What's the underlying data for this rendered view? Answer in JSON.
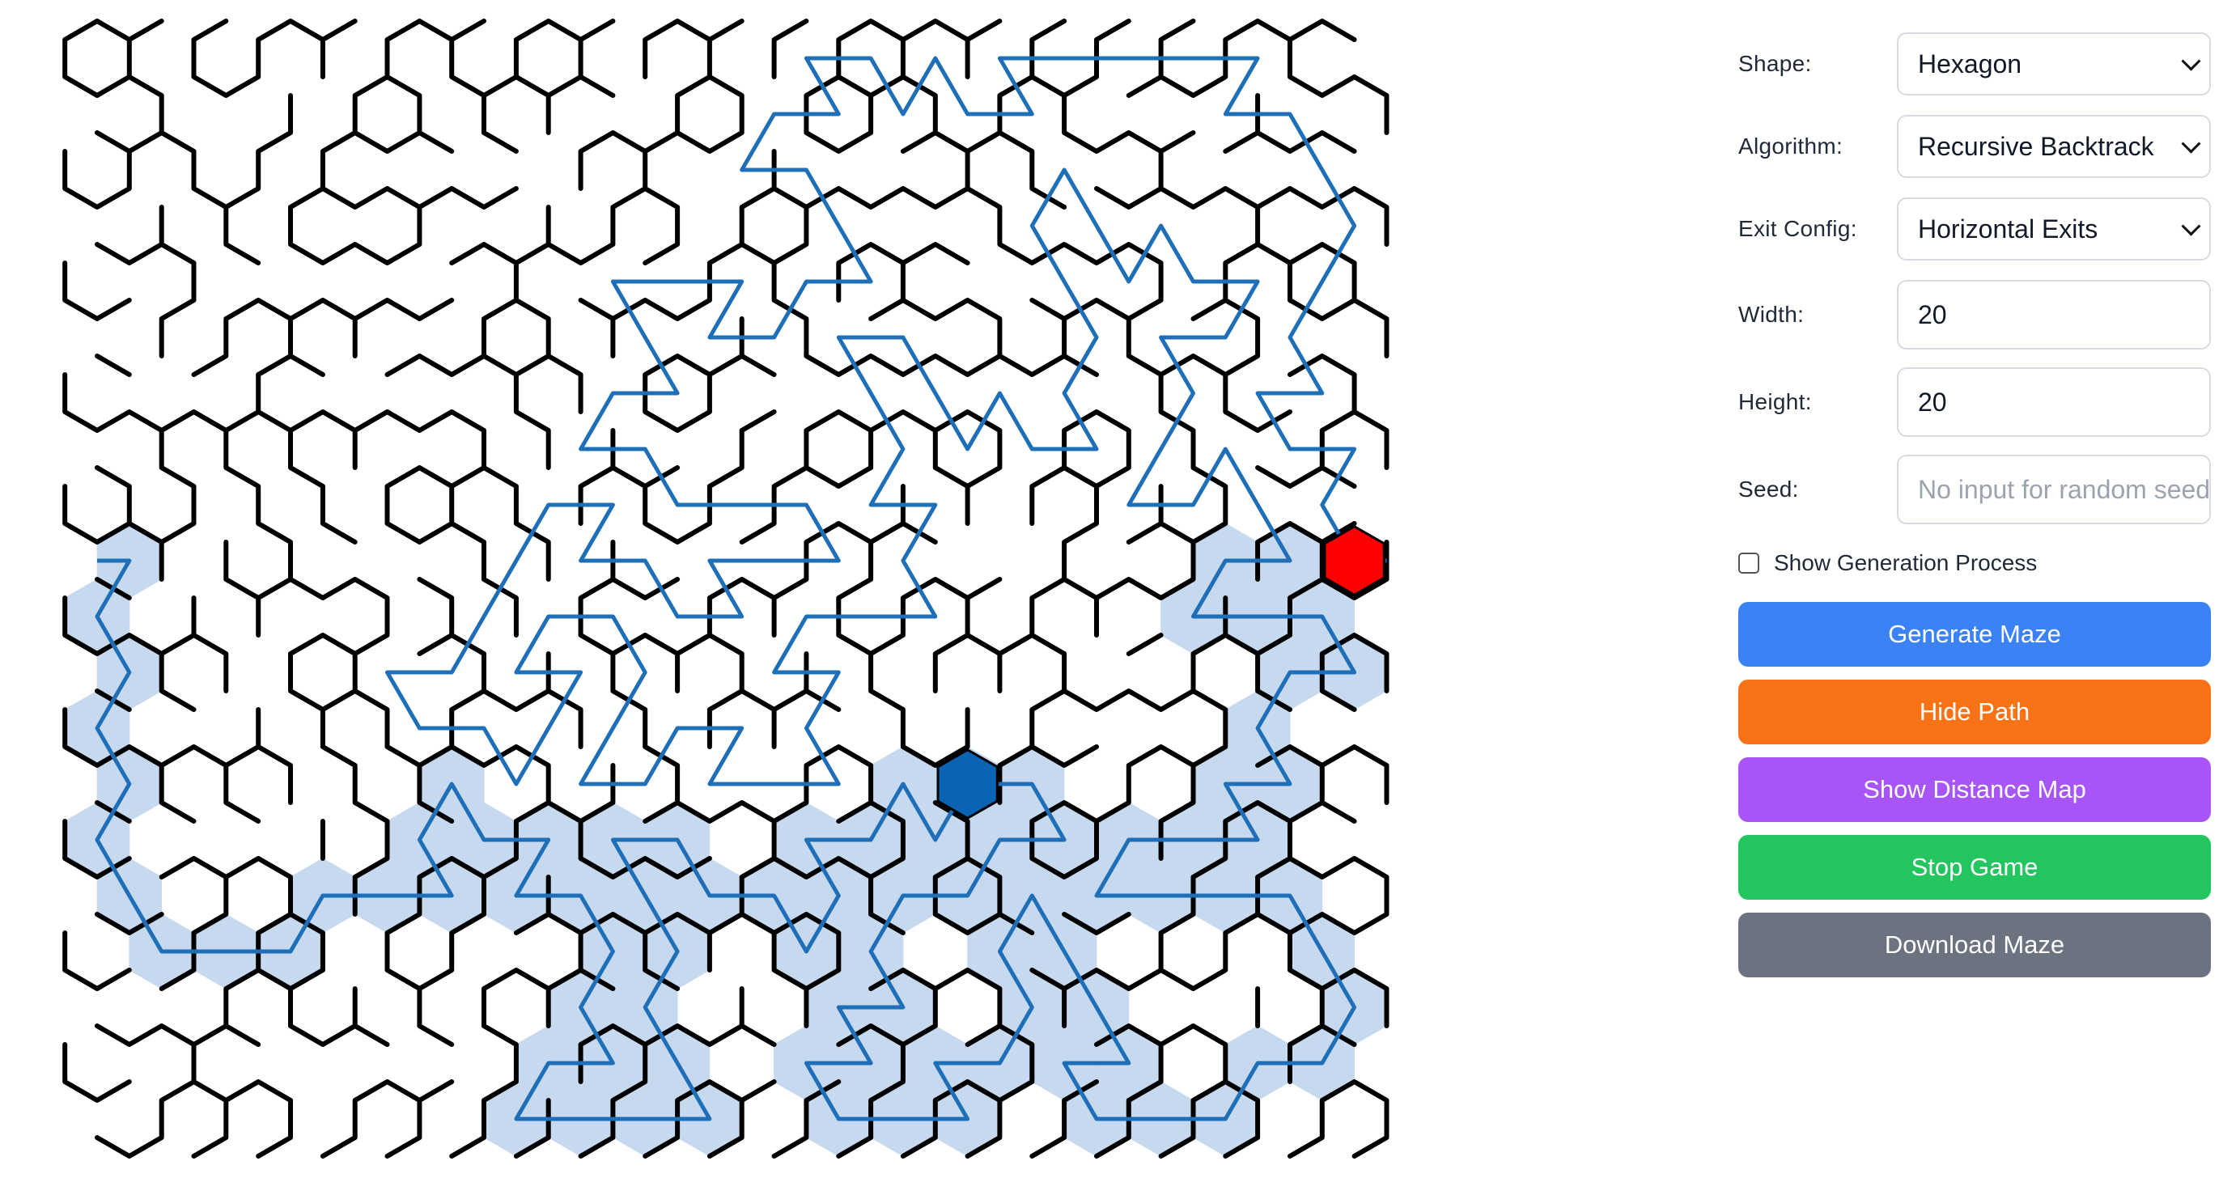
{
  "controls": {
    "shape": {
      "label": "Shape:",
      "value": "Hexagon"
    },
    "algorithm": {
      "label": "Algorithm:",
      "value": "Recursive Backtrack"
    },
    "exit_config": {
      "label": "Exit Config:",
      "value": "Horizontal Exits"
    },
    "width": {
      "label": "Width:",
      "value": "20"
    },
    "height": {
      "label": "Height:",
      "value": "20"
    },
    "seed": {
      "label": "Seed:",
      "value": "",
      "placeholder": "No input for random seed"
    },
    "show_generation": {
      "label": "Show Generation Process",
      "checked": false
    }
  },
  "buttons": {
    "generate": {
      "label": "Generate Maze",
      "color": "#3b82f6"
    },
    "hide_path": {
      "label": "Hide Path",
      "color": "#f97316"
    },
    "distance_map": {
      "label": "Show Distance Map",
      "color": "#a855f7"
    },
    "stop_game": {
      "label": "Stop Game",
      "color": "#22c55e"
    },
    "download": {
      "label": "Download Maze",
      "color": "#6b7280"
    }
  },
  "maze": {
    "shape": "hexagon",
    "columns": 20,
    "rows": 20,
    "wall_color": "#000000",
    "path_color": "#1f6fb8",
    "visited_color": "#c6d9ee",
    "player_color": "#0a63b3",
    "goal_color": "#ff0000"
  }
}
